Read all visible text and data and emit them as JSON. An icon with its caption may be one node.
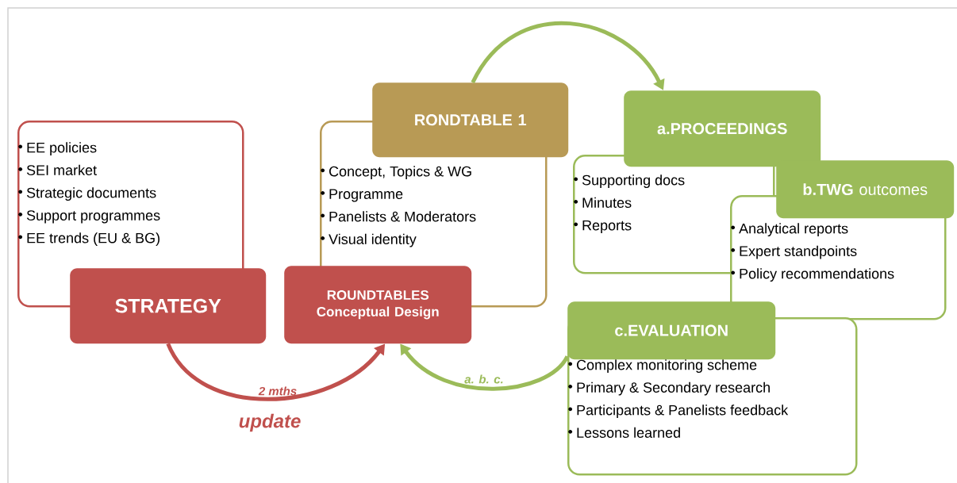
{
  "diagram": {
    "nodes": [
      {
        "text": [
          "EE policies",
          "SEI market",
          "Strategic documents",
          "Support programmes",
          "EE trends (EU & BG)"
        ]
      },
      {
        "text": [
          "STRATEGY"
        ]
      },
      {
        "text": [
          "Concept, Topics & WG",
          "Programme",
          "Panelists & Moderators",
          "Visual identity"
        ]
      },
      {
        "text": [
          "RONDTABLE 1"
        ]
      },
      {
        "text": [
          "ROUNDTABLES Conceptual Design"
        ]
      },
      {
        "text": [
          "Supporting docs",
          "Minutes",
          "Reports"
        ]
      },
      {
        "text": [
          "a.PROCEEDINGS"
        ]
      },
      {
        "text": [
          "Analytical reports",
          "Expert standpoints",
          "Policy recommendations"
        ]
      },
      {
        "text": [
          "**b.TWG** outcomes"
        ]
      },
      {
        "text": [
          "Complex monitoring scheme",
          "Primary & Secondary research",
          "Participants & Panelists feedback",
          "Lessons learned"
        ]
      },
      {
        "text": [
          "c.EVALUATION"
        ]
      }
    ],
    "edges": [
      {
        "from": 1,
        "to": 4,
        "arrow": "to",
        "label": "2 mths",
        "color": "#c0504d"
      },
      {
        "from": 3,
        "to": 6,
        "arrow": "to"
      },
      {
        "from": 10,
        "to": 4,
        "arrow": "to",
        "label": "a. b. c."
      }
    ],
    "labels": [
      "update"
    ]
  }
}
